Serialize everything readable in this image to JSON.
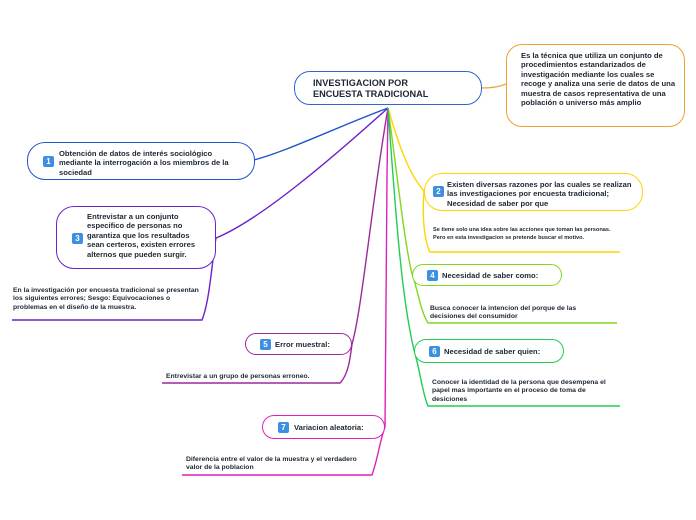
{
  "central": {
    "title_line1": "INVESTIGACION POR",
    "title_line2": "ENCUESTA TRADICIONAL"
  },
  "definition": {
    "text": "Es la técnica que utiliza un conjunto de procedimientos estandarizados de investigación mediante los cuales se recoge y analiza una serie de datos de una muestra de casos representativa de una población o universo más amplio"
  },
  "branches": [
    {
      "number": "1",
      "text": "Obtención de datos de interés sociológico mediante la interrogación a los miembros de la sociedad",
      "color": "#2255cc"
    },
    {
      "number": "2",
      "text": "Existen diversas razones por las cuales se realizan las investigaciones por encuesta tradicional; Necesidad de saber por que",
      "color": "#ffd400",
      "detail": "Se tiene solo una idea sobre las acciones que toman las personas. Pero en esta investigacion se pretende buscar el motivo."
    },
    {
      "number": "3",
      "text": "Entrevistar a un conjunto especifico de personas no garantiza que los resultados sean certeros, existen errores alternos que pueden surgir.",
      "color": "#6a22cc",
      "detail": "En la investigación por encuesta tradicional se presentan los siguientes errores; Sesgo: Equivocaciones o problemas en el diseño de la muestra."
    },
    {
      "number": "4",
      "text": "Necesidad de saber como:",
      "color": "#7fd81e",
      "detail": "Busca conocer la intencion del porque de las decisiones del consumidor"
    },
    {
      "number": "5",
      "text": "Error muestral:",
      "color": "#9c2a9c",
      "detail": "Entrevistar a un grupo de personas erroneo."
    },
    {
      "number": "6",
      "text": "Necesidad de saber quien:",
      "color": "#22cc55",
      "detail": "Conocer la identidad de la persona que desempena el papel mas importante en el proceso de toma de desiciones"
    },
    {
      "number": "7",
      "text": "Variacion aleatoria:",
      "color": "#dd22bb",
      "detail": "Diferencia entre el valor de la muestra y el verdadero valor de la poblacion"
    }
  ],
  "colors": {
    "central_border": "#3366cc",
    "definition_border": "#f0a030",
    "badge": "#3d8fe0"
  }
}
